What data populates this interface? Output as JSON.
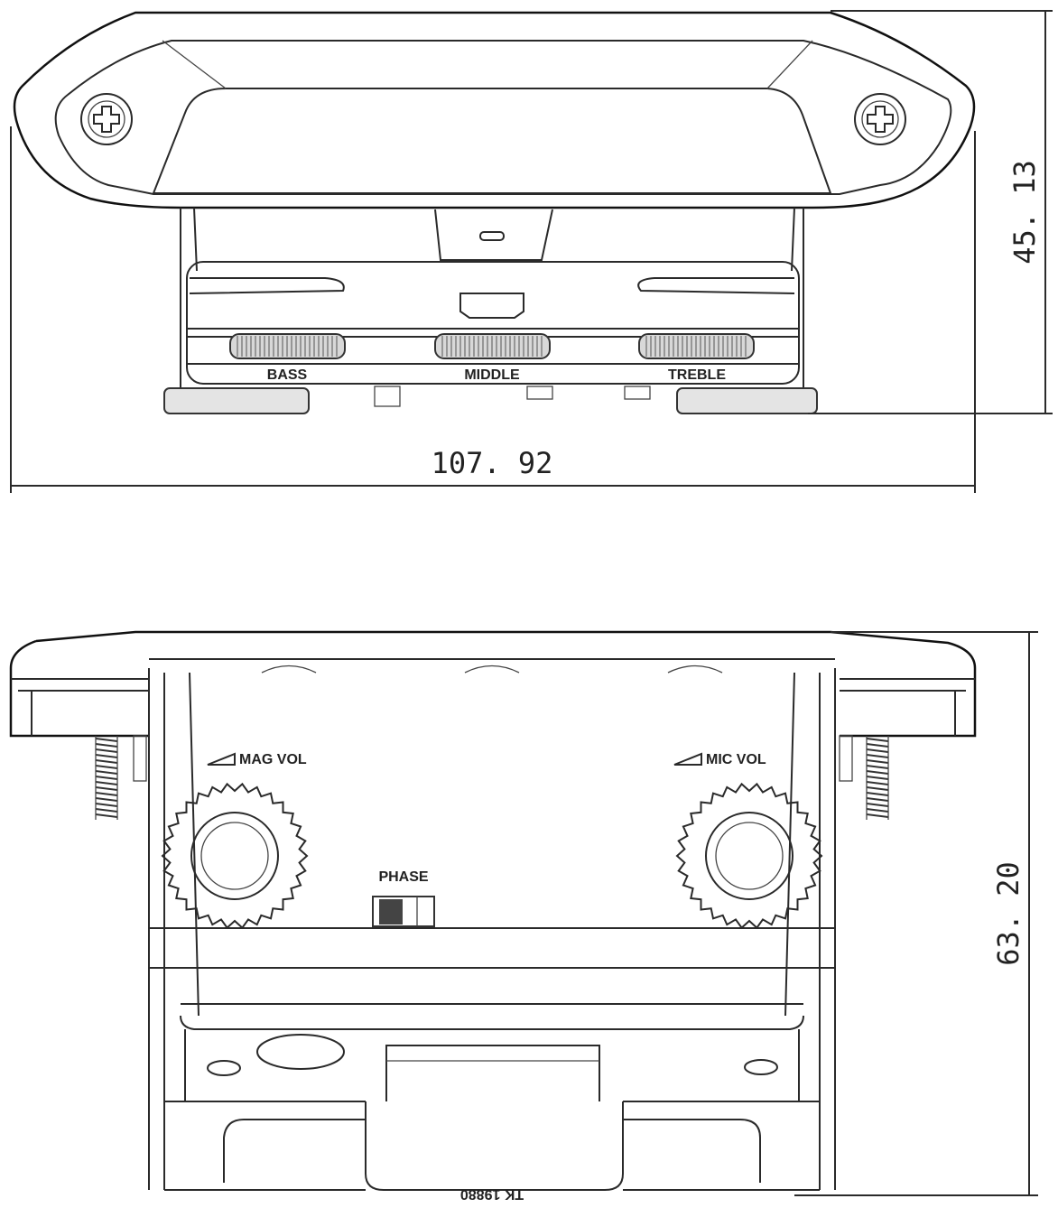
{
  "dimensions": {
    "width_top": "107. 92",
    "height_top": "45. 13",
    "height_bottom": "63. 20"
  },
  "top_view": {
    "knob_labels": [
      "BASS",
      "MIDDLE",
      "TREBLE"
    ]
  },
  "bottom_view": {
    "mag_vol_label": "MAG VOL",
    "mic_vol_label": "MIC VOL",
    "phase_label": "PHASE",
    "engraving": "TK 19880"
  }
}
